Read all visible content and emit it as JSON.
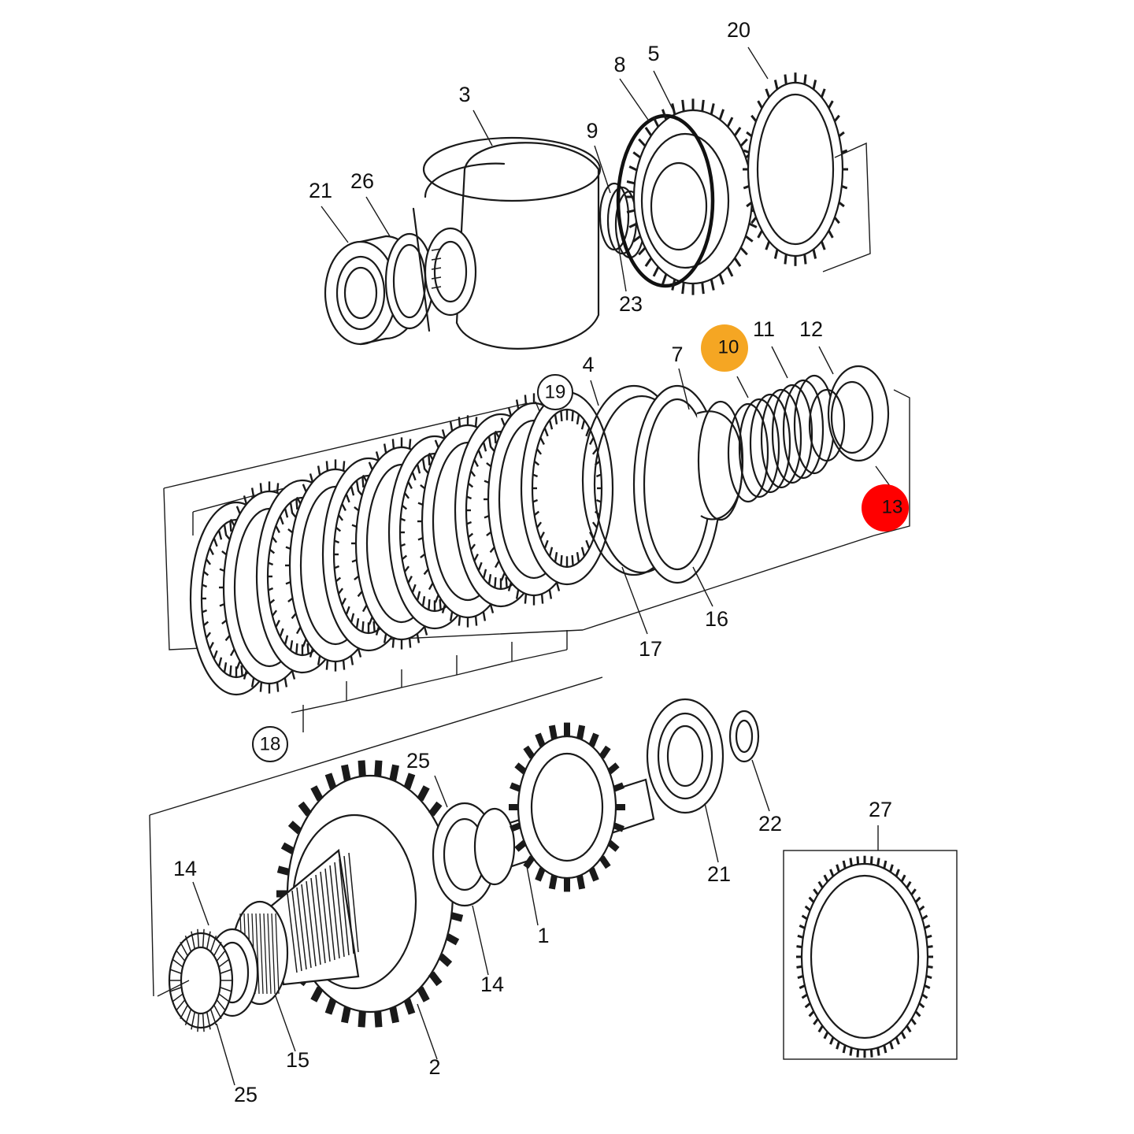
{
  "diagram": {
    "callouts": [
      {
        "id": "c1",
        "text": "1"
      },
      {
        "id": "c2",
        "text": "2"
      },
      {
        "id": "c3",
        "text": "3"
      },
      {
        "id": "c4",
        "text": "4"
      },
      {
        "id": "c5",
        "text": "5"
      },
      {
        "id": "c7",
        "text": "7"
      },
      {
        "id": "c8",
        "text": "8"
      },
      {
        "id": "c9",
        "text": "9"
      },
      {
        "id": "c11",
        "text": "11"
      },
      {
        "id": "c12",
        "text": "12"
      },
      {
        "id": "c14a",
        "text": "14"
      },
      {
        "id": "c14b",
        "text": "14"
      },
      {
        "id": "c15",
        "text": "15"
      },
      {
        "id": "c16",
        "text": "16"
      },
      {
        "id": "c17",
        "text": "17"
      },
      {
        "id": "c20",
        "text": "20"
      },
      {
        "id": "c21a",
        "text": "21"
      },
      {
        "id": "c21b",
        "text": "21"
      },
      {
        "id": "c22",
        "text": "22"
      },
      {
        "id": "c23",
        "text": "23"
      },
      {
        "id": "c25a",
        "text": "25"
      },
      {
        "id": "c25b",
        "text": "25"
      },
      {
        "id": "c26",
        "text": "26"
      },
      {
        "id": "c27",
        "text": "27"
      }
    ],
    "circled_callouts": [
      {
        "id": "c18",
        "text": "18"
      },
      {
        "id": "c19",
        "text": "19"
      }
    ],
    "highlighted_callouts": [
      {
        "id": "c10",
        "text": "10",
        "color": "#F5A623"
      },
      {
        "id": "c13",
        "text": "13",
        "color": "#FF0000"
      }
    ],
    "colors": {
      "line": "#1a1a1a",
      "background": "#ffffff",
      "highlight_orange": "#F5A623",
      "highlight_red": "#FF0000"
    }
  }
}
